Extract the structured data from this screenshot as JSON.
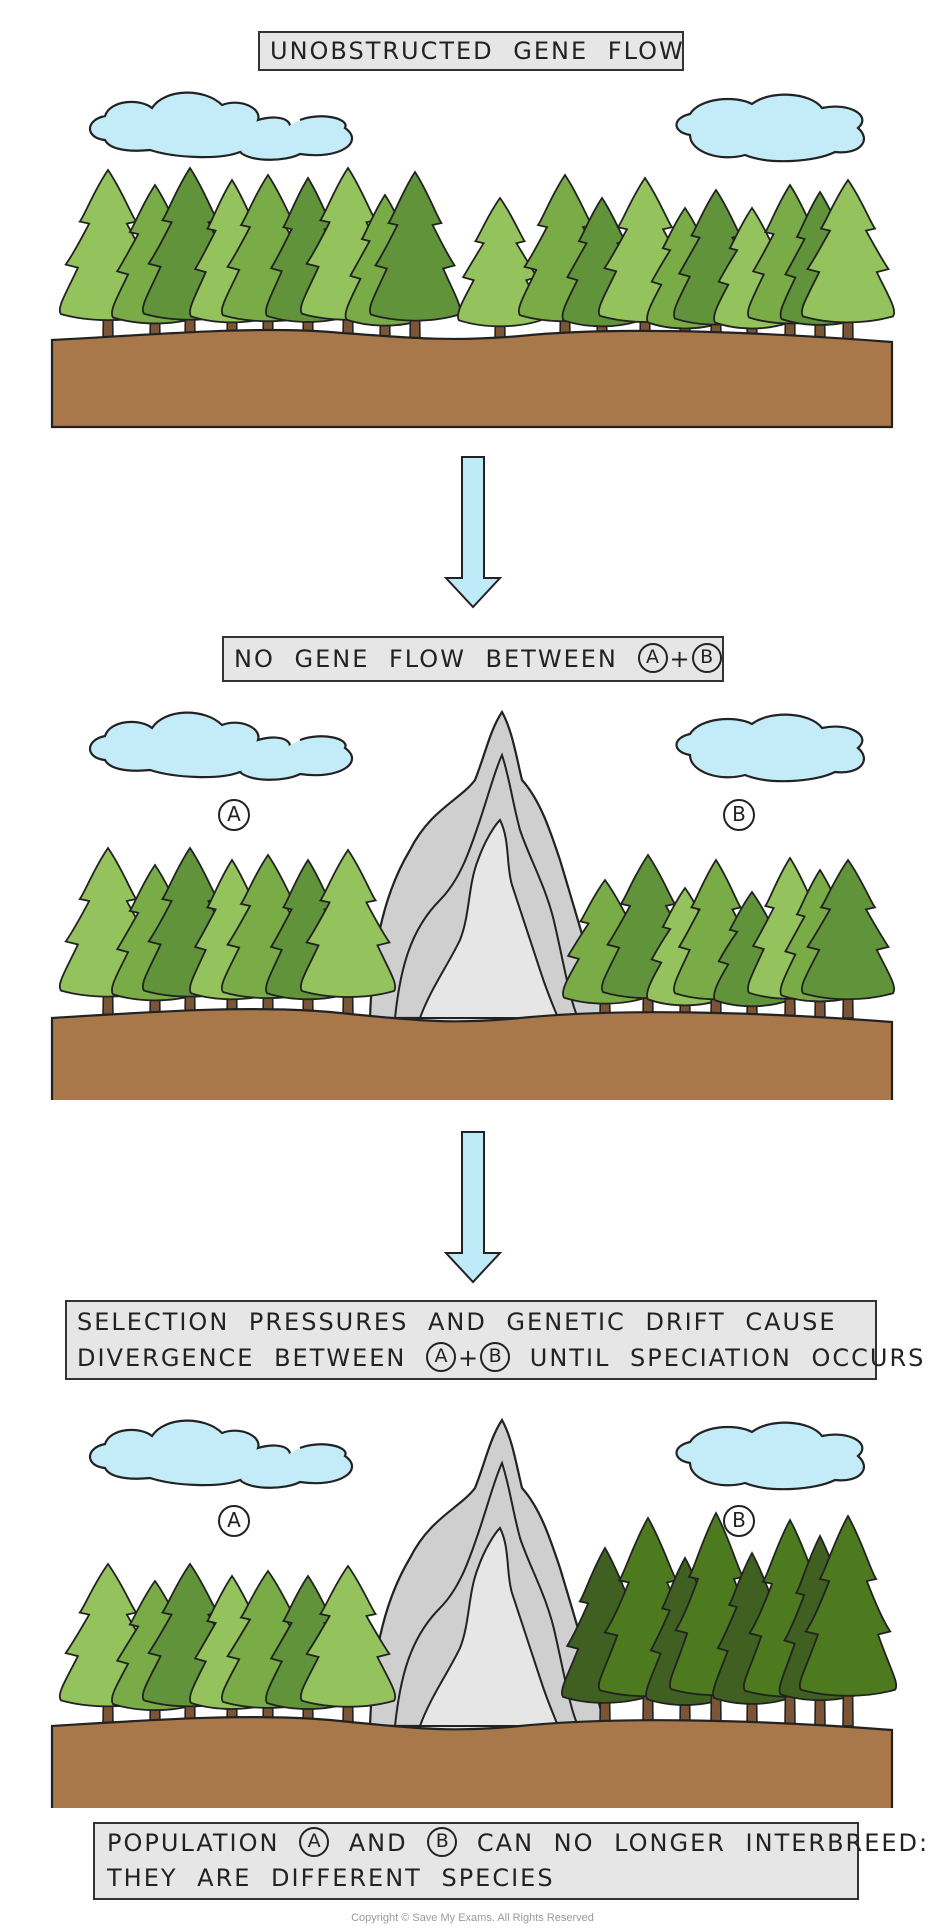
{
  "panel1": {
    "title": "UNOBSTRUCTED GENE FLOW"
  },
  "panel2": {
    "title_prefix": "NO GENE FLOW BETWEEN",
    "pop_a": "A",
    "plus": "+",
    "pop_b": "B"
  },
  "panel3": {
    "line1": "SELECTION PRESSURES AND GENETIC DRIFT CAUSE",
    "line2_prefix": "DIVERGENCE BETWEEN",
    "pop_a": "A",
    "plus": "+",
    "pop_b": "B",
    "line2_suffix": "UNTIL SPECIATION OCCURS"
  },
  "conclusion": {
    "line1_prefix": "POPULATION",
    "pop_a": "A",
    "and": "AND",
    "pop_b": "B",
    "line1_suffix": "CAN NO LONGER INTERBREED:",
    "line2": "THEY ARE DIFFERENT SPECIES"
  },
  "scene_labels": {
    "pop_a": "A",
    "pop_b": "B"
  },
  "footer": "Copyright © Save My Exams. All Rights Reserved",
  "colors": {
    "ground": "#a8774a",
    "trunk": "#7b5535",
    "sky_cloud": "#c4ecf8",
    "arrow": "#bfeaf8",
    "mountain_outer": "#cfcfcf",
    "mountain_inner": "#e6e6e6",
    "tree_light": "#94c35e",
    "tree_mid": "#79ac46",
    "tree_dark": "#61933a",
    "tree_new_dark": "#3f6020",
    "tree_new_mid": "#4d7a1e"
  }
}
